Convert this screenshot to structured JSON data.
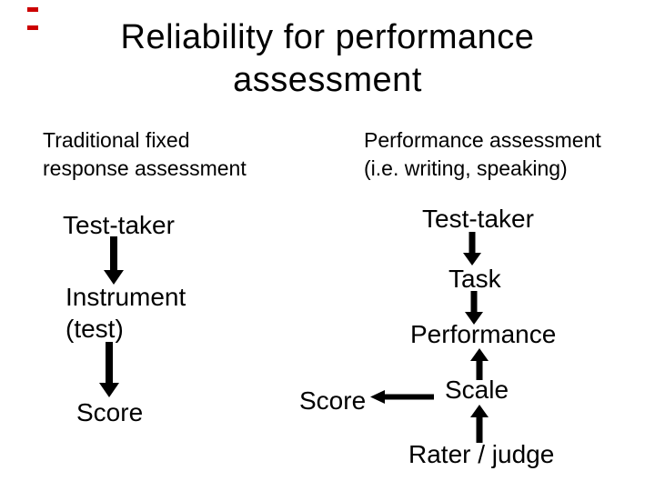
{
  "slide": {
    "title": {
      "line1": "Reliability for performance",
      "line2": "assessment"
    },
    "decoration": {
      "color": "#cc0000"
    },
    "left_column": {
      "header_line1": "Traditional fixed",
      "header_line2": "response assessment",
      "flow": {
        "test_taker": "Test-taker",
        "instrument_line1": "Instrument",
        "instrument_line2": "(test)",
        "score": "Score"
      }
    },
    "right_column": {
      "header_line1": "Performance assessment",
      "header_line2": "(i.e. writing, speaking)",
      "flow": {
        "test_taker": "Test-taker",
        "task": "Task",
        "performance": "Performance",
        "scale": "Scale",
        "score": "Score",
        "rater_judge": "Rater / judge"
      }
    }
  }
}
